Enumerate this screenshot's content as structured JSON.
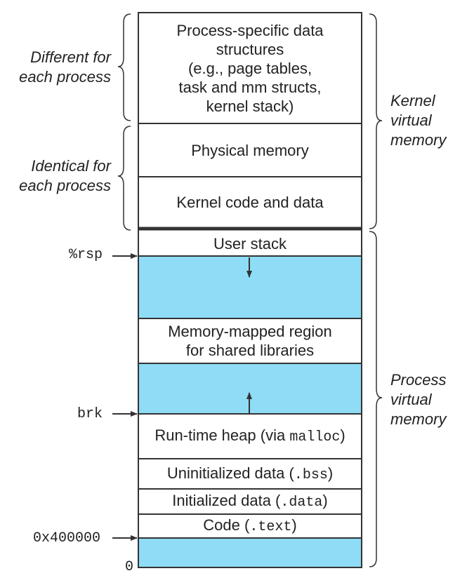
{
  "segments": {
    "process_specific": [
      "Process-specific data",
      "structures",
      "(e.g., page tables,",
      "task and mm structs,",
      "kernel stack)"
    ],
    "physical_memory": "Physical memory",
    "kernel_code": "Kernel code and data",
    "user_stack": "User stack",
    "mmap": [
      "Memory-mapped region",
      "for shared libraries"
    ],
    "heap": {
      "prefix": "Run-time heap (via ",
      "code": "malloc",
      "suffix": ")"
    },
    "bss": {
      "prefix": "Uninitialized data (",
      "code": ".bss",
      "suffix": ")"
    },
    "data": {
      "prefix": "Initialized data (",
      "code": ".data",
      "suffix": ")"
    },
    "text": {
      "prefix": "Code (",
      "code": ".text",
      "suffix": ")"
    }
  },
  "left_labels": {
    "different": [
      "Different for",
      "each process"
    ],
    "identical": [
      "Identical for",
      "each process"
    ]
  },
  "right_labels": {
    "kernel_vm": [
      "Kernel",
      "virtual",
      "memory"
    ],
    "process_vm": [
      "Process",
      "virtual",
      "memory"
    ]
  },
  "pointers": {
    "rsp": "%rsp",
    "brk": "brk",
    "start_addr": "0x400000",
    "zero": "0"
  },
  "colors": {
    "unused_region": "#8edcf6",
    "line": "#333333"
  }
}
